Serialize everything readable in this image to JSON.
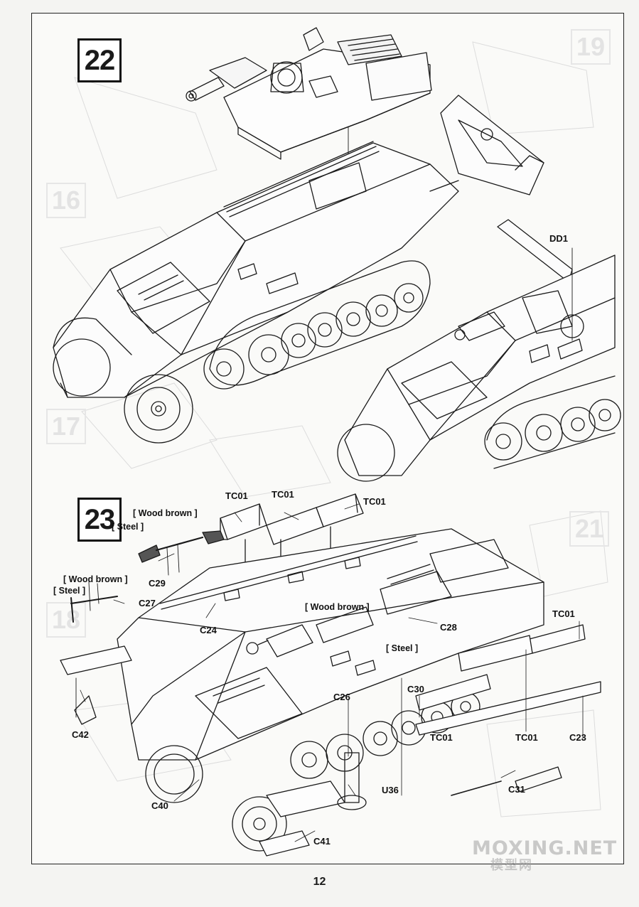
{
  "page": {
    "number": "12",
    "watermark": "MOXING.NET",
    "watermark_cn": "模型网"
  },
  "colors": {
    "ink": "#1a1a1a",
    "paper": "#fafaf8",
    "ghost": "#d8d8d8",
    "watermark": "#a0a0a0"
  },
  "step22": {
    "number": "22",
    "callouts": {
      "dd1": "DD1"
    },
    "ghost_labels": [
      "19",
      "16",
      "17"
    ]
  },
  "step23": {
    "number": "23",
    "callouts": {
      "tc01_a": "TC01",
      "tc01_b": "TC01",
      "tc01_c": "TC01",
      "tc01_d": "TC01",
      "tc01_e": "TC01",
      "tc01_f": "TC01",
      "c29": "C29",
      "c27": "C27",
      "c24": "C24",
      "c28": "C28",
      "c30": "C30",
      "c26": "C26",
      "c42": "C42",
      "c40": "C40",
      "c41": "C41",
      "c31": "C31",
      "c23": "C23",
      "u36": "U36"
    },
    "paints": {
      "wood_brown_1": "[ Wood brown ]",
      "steel_1": "[ Steel ]",
      "wood_brown_2": "[ Wood brown ]",
      "steel_2": "[ Steel ]",
      "wood_brown_3": "[ Wood brown ]",
      "steel_3": "[ Steel ]"
    },
    "ghost_labels": [
      "21",
      "18"
    ]
  }
}
